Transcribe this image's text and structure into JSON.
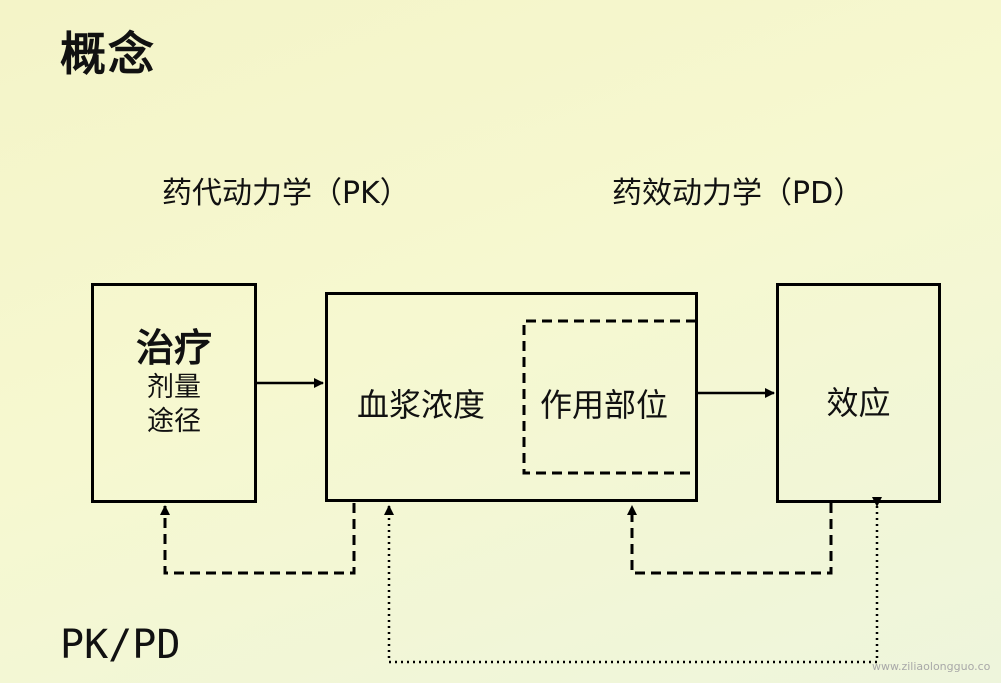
{
  "title": "概念",
  "headings": {
    "pk": "药代动力学（PK）",
    "pd": "药效动力学（PD）"
  },
  "boxes": {
    "treatment": {
      "main": "治疗",
      "line1": "剂量",
      "line2": "途径"
    },
    "plasma": "血浆浓度",
    "site": "作用部位",
    "effect": "效应"
  },
  "footer": "PK/PD",
  "watermark": "www.ziliaolongguo.co"
}
